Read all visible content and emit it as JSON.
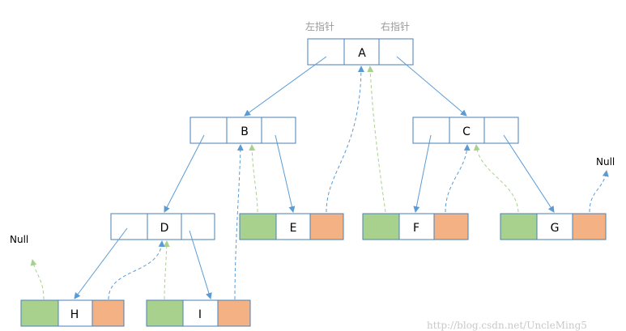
{
  "captions": {
    "left_pointer": "左指针",
    "right_pointer": "右指针"
  },
  "nodes": {
    "A": "A",
    "B": "B",
    "C": "C",
    "D": "D",
    "E": "E",
    "F": "F",
    "G": "G",
    "H": "H",
    "I": "I"
  },
  "null_labels": {
    "left": "Null",
    "right": "Null"
  },
  "watermark": "http://blog.csdn.net/UncleMing5",
  "colors": {
    "border": "#4a7fb5",
    "solid_arrow": "#5b9bd5",
    "thread_to_predecessor": "#a9d18e",
    "thread_to_successor": "#5b9bd5",
    "left_thread_cell": "#a9d18e",
    "right_thread_cell": "#f4b183"
  }
}
